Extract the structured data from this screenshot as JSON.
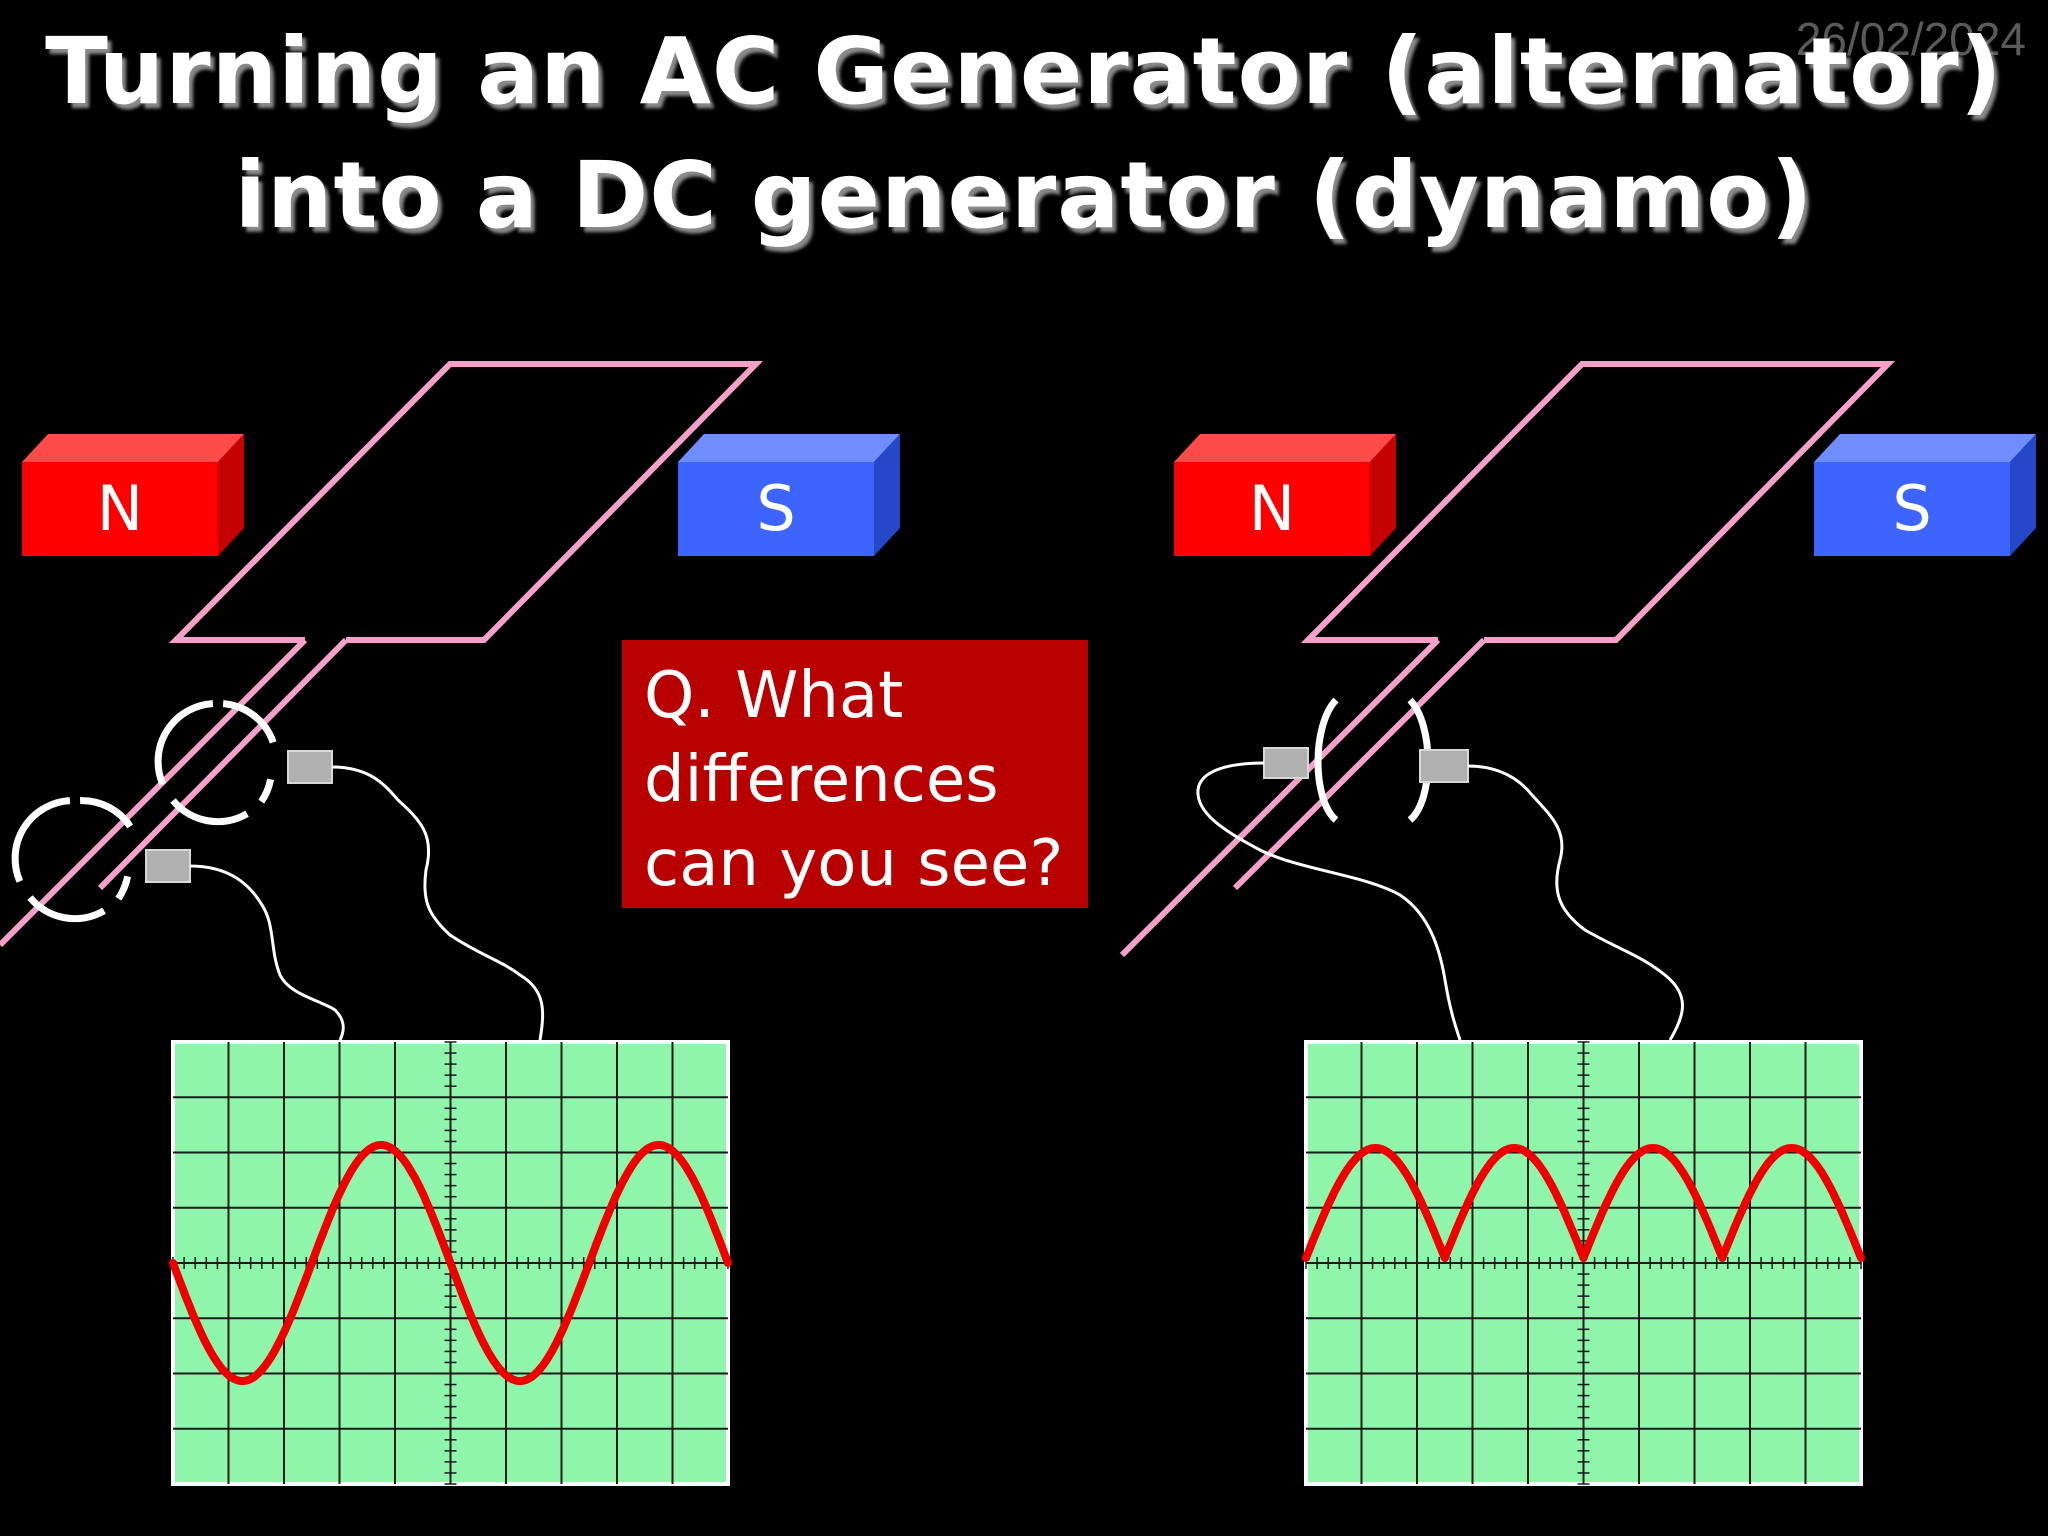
{
  "slide": {
    "date": "26/02/2024",
    "title_line1": "Turning an AC Generator (alternator)",
    "title_line2": "into a DC generator (dynamo)",
    "question": {
      "line1": "Q. What",
      "line2": "differences",
      "line3": "can you see?"
    },
    "left_generator": {
      "magnet_north": "N",
      "magnet_south": "S"
    },
    "right_generator": {
      "magnet_north": "N",
      "magnet_south": "S"
    },
    "colors": {
      "background": "#000000",
      "magnet_north": "#ff0000",
      "magnet_south": "#3d64ff",
      "coil": "#f4a0c8",
      "screen": "#8ef5aa",
      "trace": "#ee0000",
      "question_box": "#b80000"
    }
  }
}
